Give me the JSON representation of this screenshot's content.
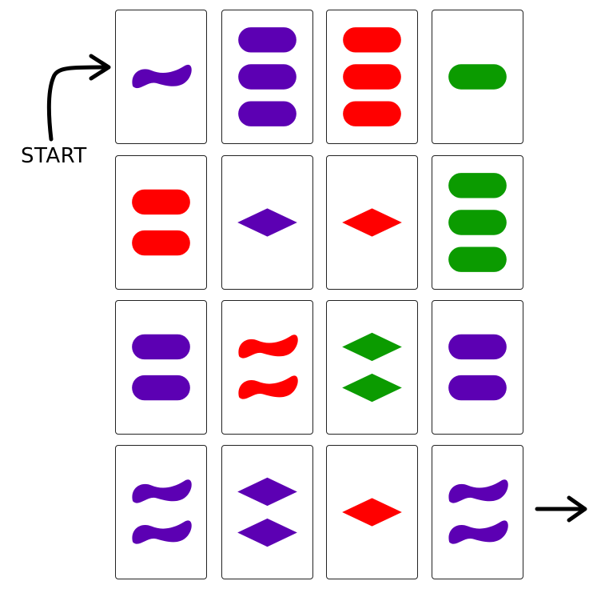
{
  "start_label": "START",
  "colors": {
    "purple": "#5c00b3",
    "red": "#ff0000",
    "green": "#0b9b00"
  },
  "grid": {
    "rows": 4,
    "cols": 4,
    "cards": [
      {
        "count": 1,
        "shape": "squiggle",
        "color": "purple"
      },
      {
        "count": 3,
        "shape": "oval",
        "color": "purple"
      },
      {
        "count": 3,
        "shape": "oval",
        "color": "red"
      },
      {
        "count": 1,
        "shape": "oval",
        "color": "green"
      },
      {
        "count": 2,
        "shape": "oval",
        "color": "red"
      },
      {
        "count": 1,
        "shape": "diamond",
        "color": "purple"
      },
      {
        "count": 1,
        "shape": "diamond",
        "color": "red"
      },
      {
        "count": 3,
        "shape": "oval",
        "color": "green"
      },
      {
        "count": 2,
        "shape": "oval",
        "color": "purple"
      },
      {
        "count": 2,
        "shape": "squiggle",
        "color": "red"
      },
      {
        "count": 2,
        "shape": "diamond",
        "color": "green"
      },
      {
        "count": 2,
        "shape": "oval",
        "color": "purple"
      },
      {
        "count": 2,
        "shape": "squiggle",
        "color": "purple"
      },
      {
        "count": 2,
        "shape": "diamond",
        "color": "purple"
      },
      {
        "count": 1,
        "shape": "diamond",
        "color": "red"
      },
      {
        "count": 2,
        "shape": "squiggle",
        "color": "purple"
      }
    ]
  },
  "icons": {
    "start_arrow": "curved-arrow-right-icon",
    "end_arrow": "arrow-right-icon"
  }
}
